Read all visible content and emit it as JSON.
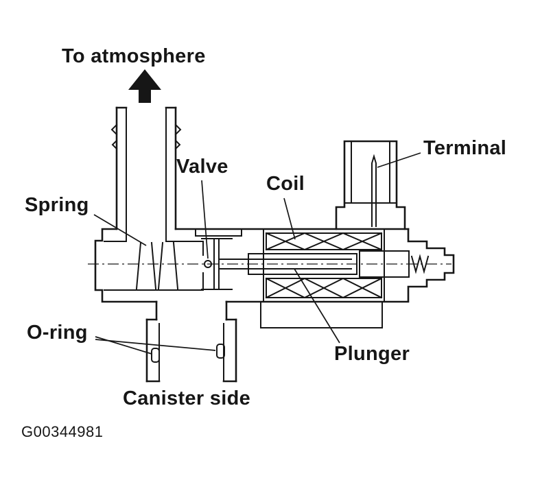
{
  "figure": {
    "code": "G00344981",
    "subject": "canister-purge-solenoid-valve-cross-section"
  },
  "labels": {
    "to_atmosphere": "To atmosphere",
    "valve": "Valve",
    "coil": "Coil",
    "terminal": "Terminal",
    "spring": "Spring",
    "o_ring": "O-ring",
    "plunger": "Plunger",
    "canister_side": "Canister side"
  },
  "icons": {
    "atmosphere_flow_arrow": "up-arrow"
  },
  "colors": {
    "line": "#161616",
    "background": "#ffffff"
  }
}
